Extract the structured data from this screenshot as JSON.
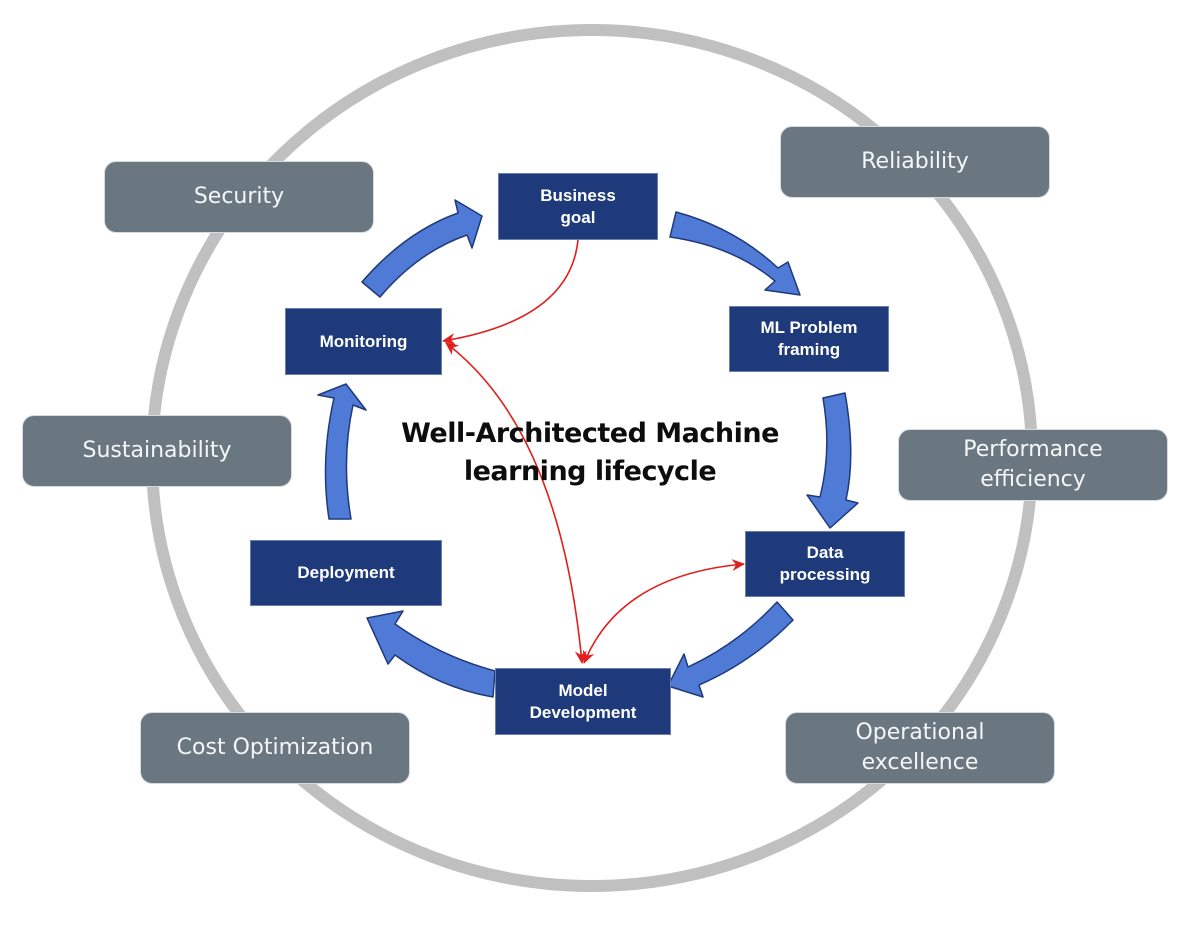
{
  "title": {
    "line1": "Well-Architected Machine",
    "line2": "learning lifecycle"
  },
  "colors": {
    "stage_fill": "#1f3a7a",
    "pillar_fill": "#6a7780",
    "cycle_arrow_fill": "#4f7ad6",
    "cycle_arrow_stroke": "#1f3a7a",
    "feedback_arrow": "#e0201c",
    "outer_ring": "#c0c0c0"
  },
  "stages": [
    {
      "id": "business-goal",
      "line1": "Business",
      "line2": "goal"
    },
    {
      "id": "ml-problem-framing",
      "line1": "ML Problem",
      "line2": "framing"
    },
    {
      "id": "data-processing",
      "line1": "Data",
      "line2": "processing"
    },
    {
      "id": "model-development",
      "line1": "Model",
      "line2": "Development"
    },
    {
      "id": "deployment",
      "line1": "Deployment",
      "line2": ""
    },
    {
      "id": "monitoring",
      "line1": "Monitoring",
      "line2": ""
    }
  ],
  "pillars": [
    {
      "id": "security",
      "line1": "Security",
      "line2": ""
    },
    {
      "id": "reliability",
      "line1": "Reliability",
      "line2": ""
    },
    {
      "id": "sustainability",
      "line1": "Sustainability",
      "line2": ""
    },
    {
      "id": "performance-efficiency",
      "line1": "Performance",
      "line2": "efficiency"
    },
    {
      "id": "cost-optimization",
      "line1": "Cost Optimization",
      "line2": ""
    },
    {
      "id": "operational-excellence",
      "line1": "Operational",
      "line2": "excellence"
    }
  ],
  "cycle_arrows": [
    {
      "from": "Business goal",
      "to": "ML Problem framing"
    },
    {
      "from": "ML Problem framing",
      "to": "Data processing"
    },
    {
      "from": "Data processing",
      "to": "Model Development"
    },
    {
      "from": "Model Development",
      "to": "Deployment"
    },
    {
      "from": "Deployment",
      "to": "Monitoring"
    },
    {
      "from": "Monitoring",
      "to": "Business goal"
    }
  ],
  "feedback_arrows": [
    {
      "from": "Business goal",
      "to": "Monitoring"
    },
    {
      "from": "Monitoring",
      "to": "Model Development",
      "bidirectional": true
    },
    {
      "from": "Model Development",
      "to": "Data processing",
      "bidirectional": true
    }
  ]
}
